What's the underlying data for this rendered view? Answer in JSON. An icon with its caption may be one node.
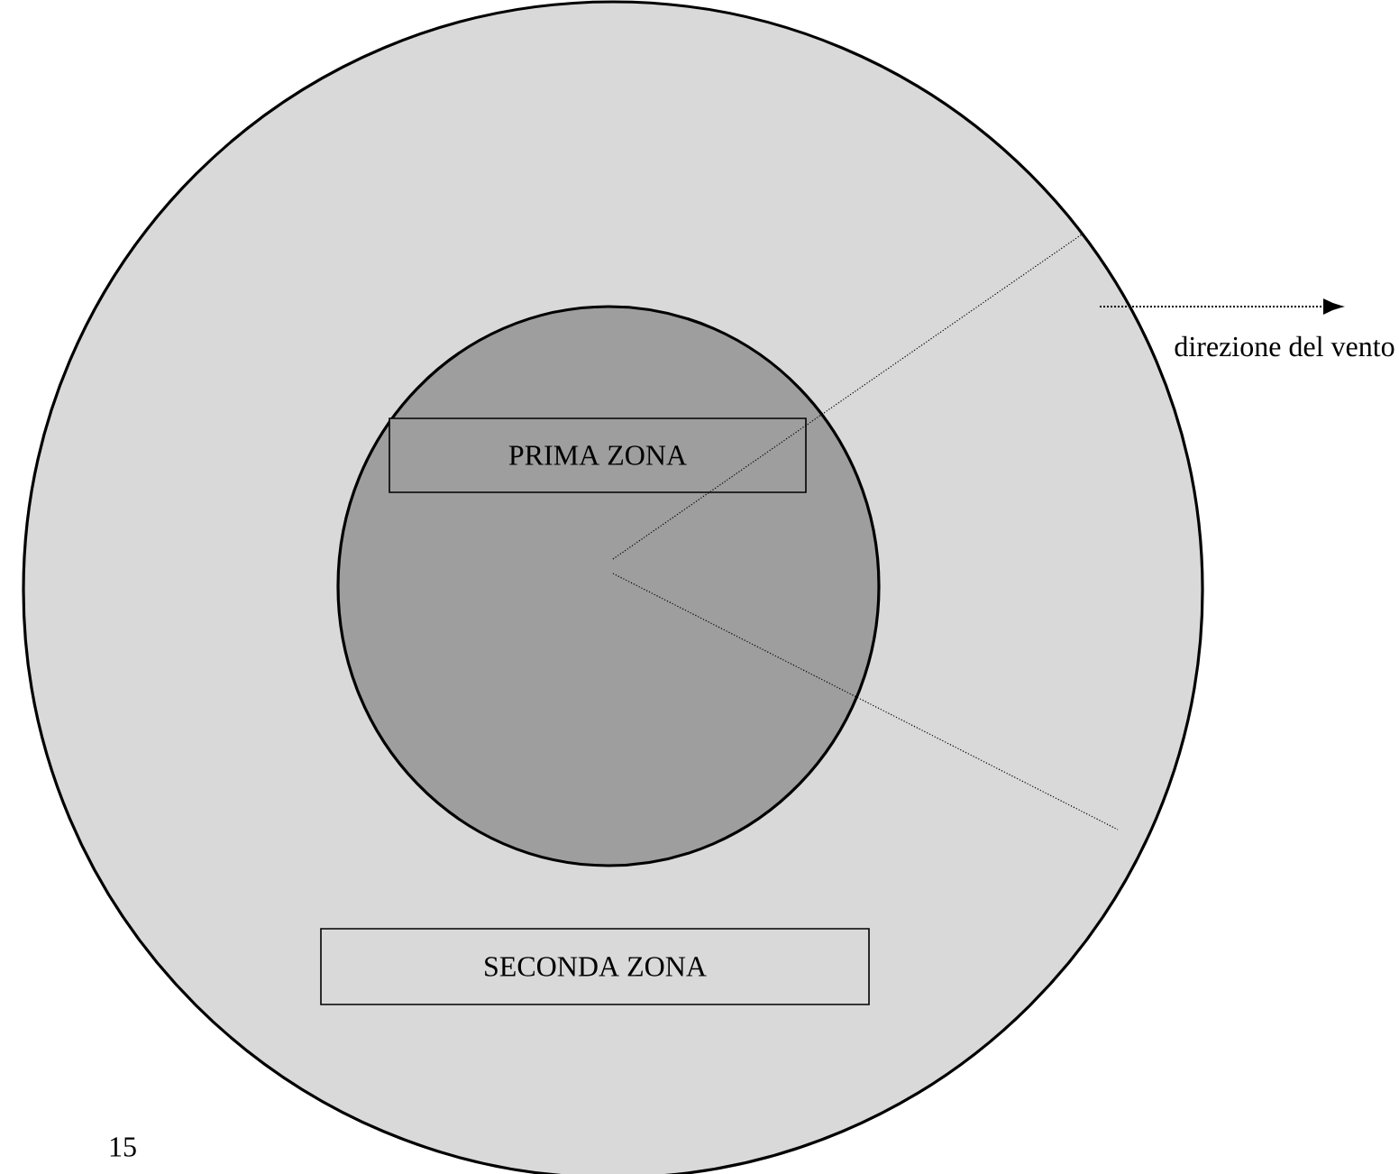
{
  "diagram": {
    "nodes": [
      {
        "text": [],
        "shape": "circle"
      },
      {
        "text": [],
        "shape": "circle",
        "in": 0
      },
      {
        "text": [
          "PRIMA ZONA"
        ],
        "in": 1
      },
      {
        "text": [
          "SECONDA ZONA"
        ],
        "in": 0
      }
    ],
    "labels": [
      "direzione del vento",
      "15"
    ]
  }
}
